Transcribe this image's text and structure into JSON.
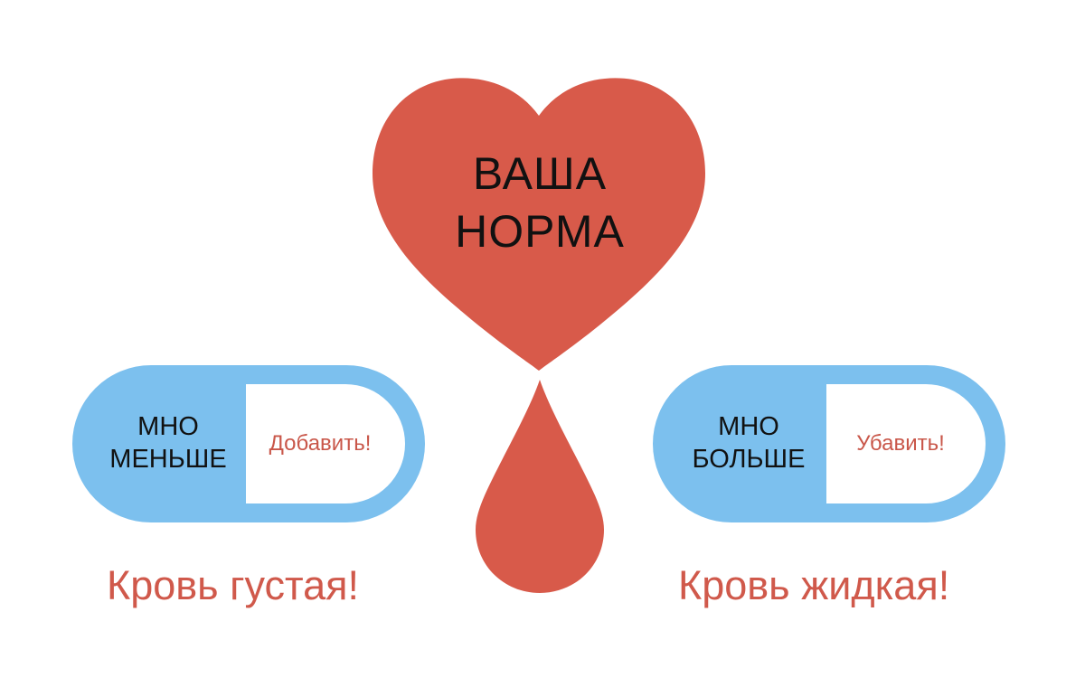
{
  "colors": {
    "red": "#d85a4a",
    "caption_red": "#d0594b",
    "blue": "#7cc0ee",
    "text_dark": "#111111",
    "background": "#ffffff"
  },
  "heart": {
    "icon": "heart-icon",
    "line1": "ВАША",
    "line2": "НОРМА"
  },
  "drop": {
    "icon": "blood-drop-icon"
  },
  "left_pill": {
    "label_line1": "МНО",
    "label_line2": "МЕНЬШЕ",
    "action": "Добавить!",
    "caption": "Кровь густая!"
  },
  "right_pill": {
    "label_line1": "МНО",
    "label_line2": "БОЛЬШЕ",
    "action": "Убавить!",
    "caption": "Кровь жидкая!"
  }
}
